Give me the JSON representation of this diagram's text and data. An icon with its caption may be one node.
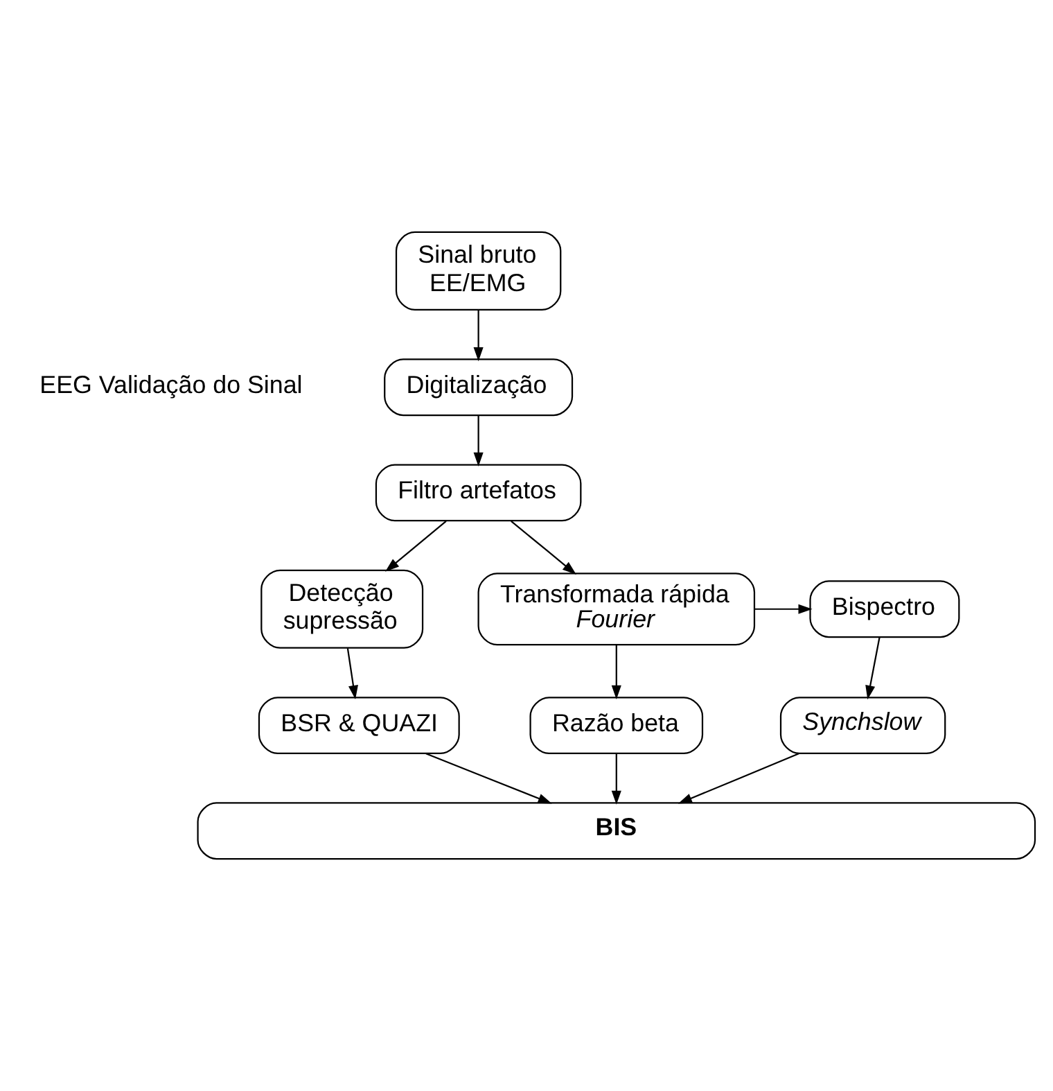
{
  "diagram": {
    "nodes": [
      {
        "text": [
          "Sinal bruto EE/EMG"
        ]
      },
      {
        "text": [
          "Digitalização"
        ]
      },
      {
        "text": [
          "Filtro artefatos"
        ]
      },
      {
        "text": [
          "Detecção supressão"
        ]
      },
      {
        "text": [
          "Transformada rápida *Fourier*"
        ]
      },
      {
        "text": [
          "Bispectro"
        ]
      },
      {
        "text": [
          "BSR & QUAZI"
        ]
      },
      {
        "text": [
          "Razão beta"
        ]
      },
      {
        "text": [
          "Synchslow"
        ]
      },
      {
        "text": [
          "BIS"
        ]
      }
    ],
    "edges": [
      {
        "from": 0,
        "to": 1,
        "arrow": "to"
      },
      {
        "from": 1,
        "to": 2,
        "arrow": "to"
      },
      {
        "from": 2,
        "to": 3,
        "arrow": "to"
      },
      {
        "from": 2,
        "to": 4,
        "arrow": "to"
      },
      {
        "from": 4,
        "to": 5,
        "arrow": "to"
      },
      {
        "from": 3,
        "to": 6,
        "arrow": "to"
      },
      {
        "from": 4,
        "to": 7,
        "arrow": "to"
      },
      {
        "from": 5,
        "to": 8,
        "arrow": "to"
      },
      {
        "from": 6,
        "to": 9,
        "arrow": "to"
      },
      {
        "from": 7,
        "to": 9,
        "arrow": "to"
      },
      {
        "from": 8,
        "to": 9,
        "arrow": "to"
      }
    ],
    "labels": [
      "EEG Validação do Sinal"
    ]
  }
}
